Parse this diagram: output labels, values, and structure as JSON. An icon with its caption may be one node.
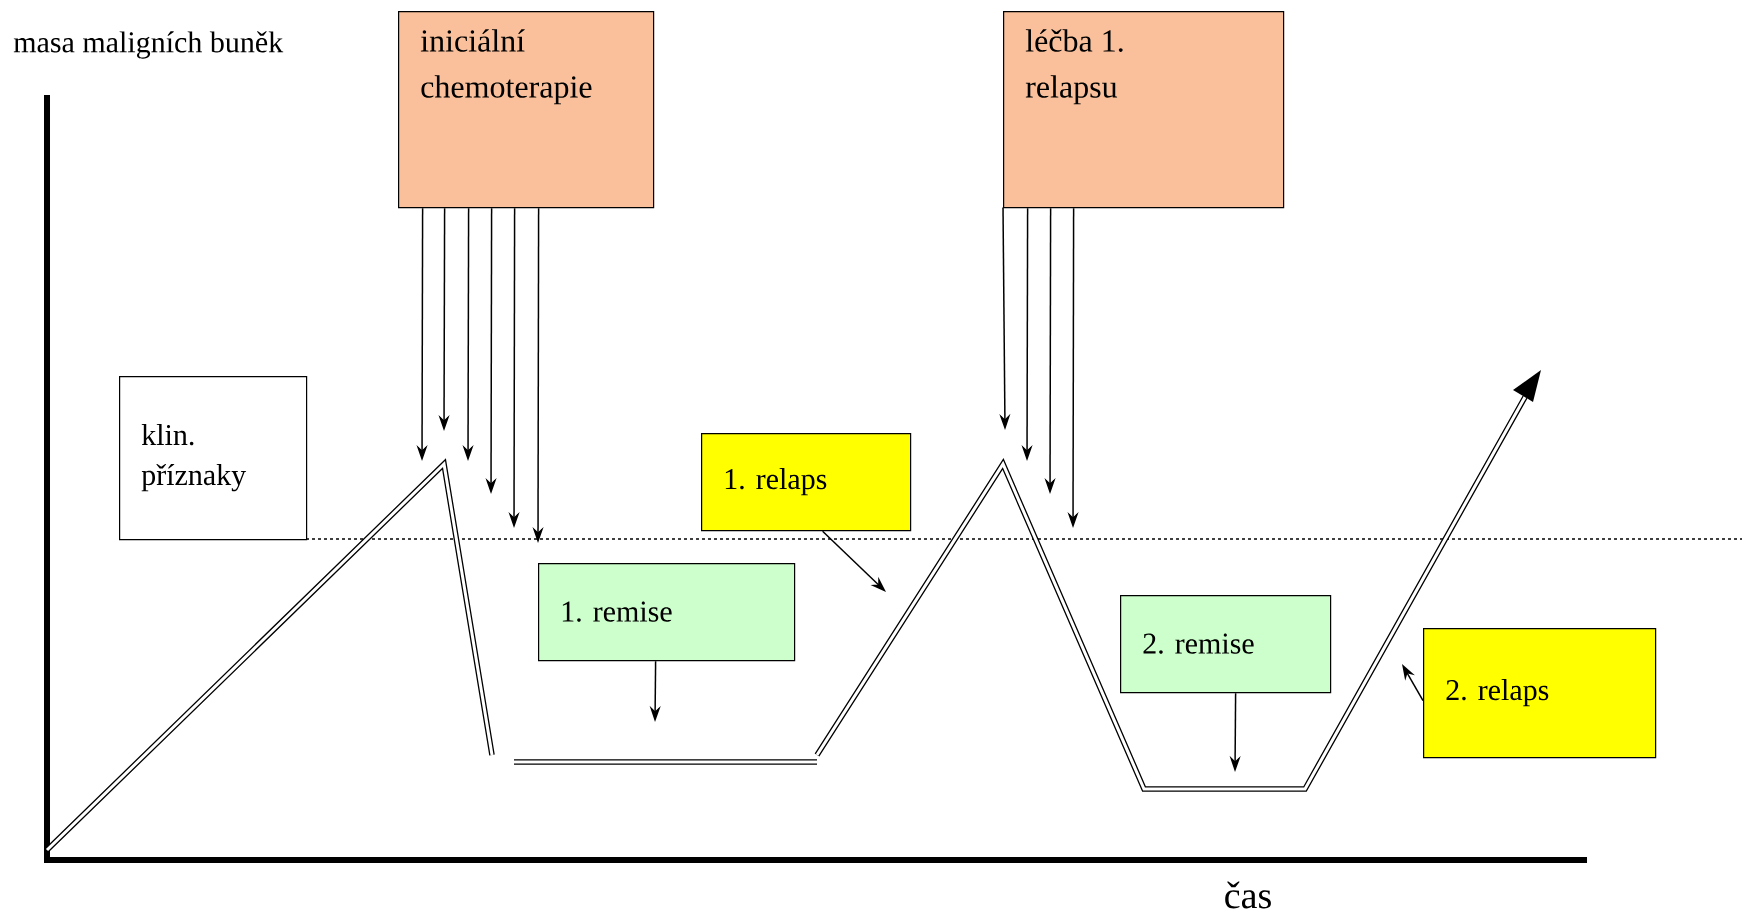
{
  "diagram": {
    "nodes": [
      {
        "text": [
          "iniciální chemoterapie"
        ]
      },
      {
        "text": [
          "léčba 1. relapsu"
        ]
      },
      {
        "text": [
          "klin. příznaky"
        ]
      },
      {
        "text": [
          "1. relaps"
        ]
      },
      {
        "text": [
          "1. remise"
        ]
      },
      {
        "text": [
          "2. remise"
        ]
      },
      {
        "text": [
          "2. relaps"
        ]
      }
    ],
    "edges": [
      {
        "from": 0,
        "to": null,
        "arrow": "to"
      },
      {
        "from": 0,
        "to": null,
        "arrow": "to"
      },
      {
        "from": 0,
        "to": null,
        "arrow": "to"
      },
      {
        "from": 0,
        "to": null,
        "arrow": "to"
      },
      {
        "from": 0,
        "to": null,
        "arrow": "to"
      },
      {
        "from": 0,
        "to": null,
        "arrow": "to"
      },
      {
        "from": 1,
        "to": null,
        "arrow": "to"
      },
      {
        "from": 1,
        "to": null,
        "arrow": "to"
      },
      {
        "from": 1,
        "to": null,
        "arrow": "to"
      },
      {
        "from": 1,
        "to": null,
        "arrow": "to"
      },
      {
        "from": 3,
        "to": null,
        "arrow": "to"
      },
      {
        "from": 4,
        "to": null,
        "arrow": "to"
      },
      {
        "from": 5,
        "to": null,
        "arrow": "to"
      },
      {
        "from": 6,
        "to": null,
        "arrow": "to"
      }
    ],
    "labels": [
      "masa maligních buněk",
      "čas"
    ]
  }
}
